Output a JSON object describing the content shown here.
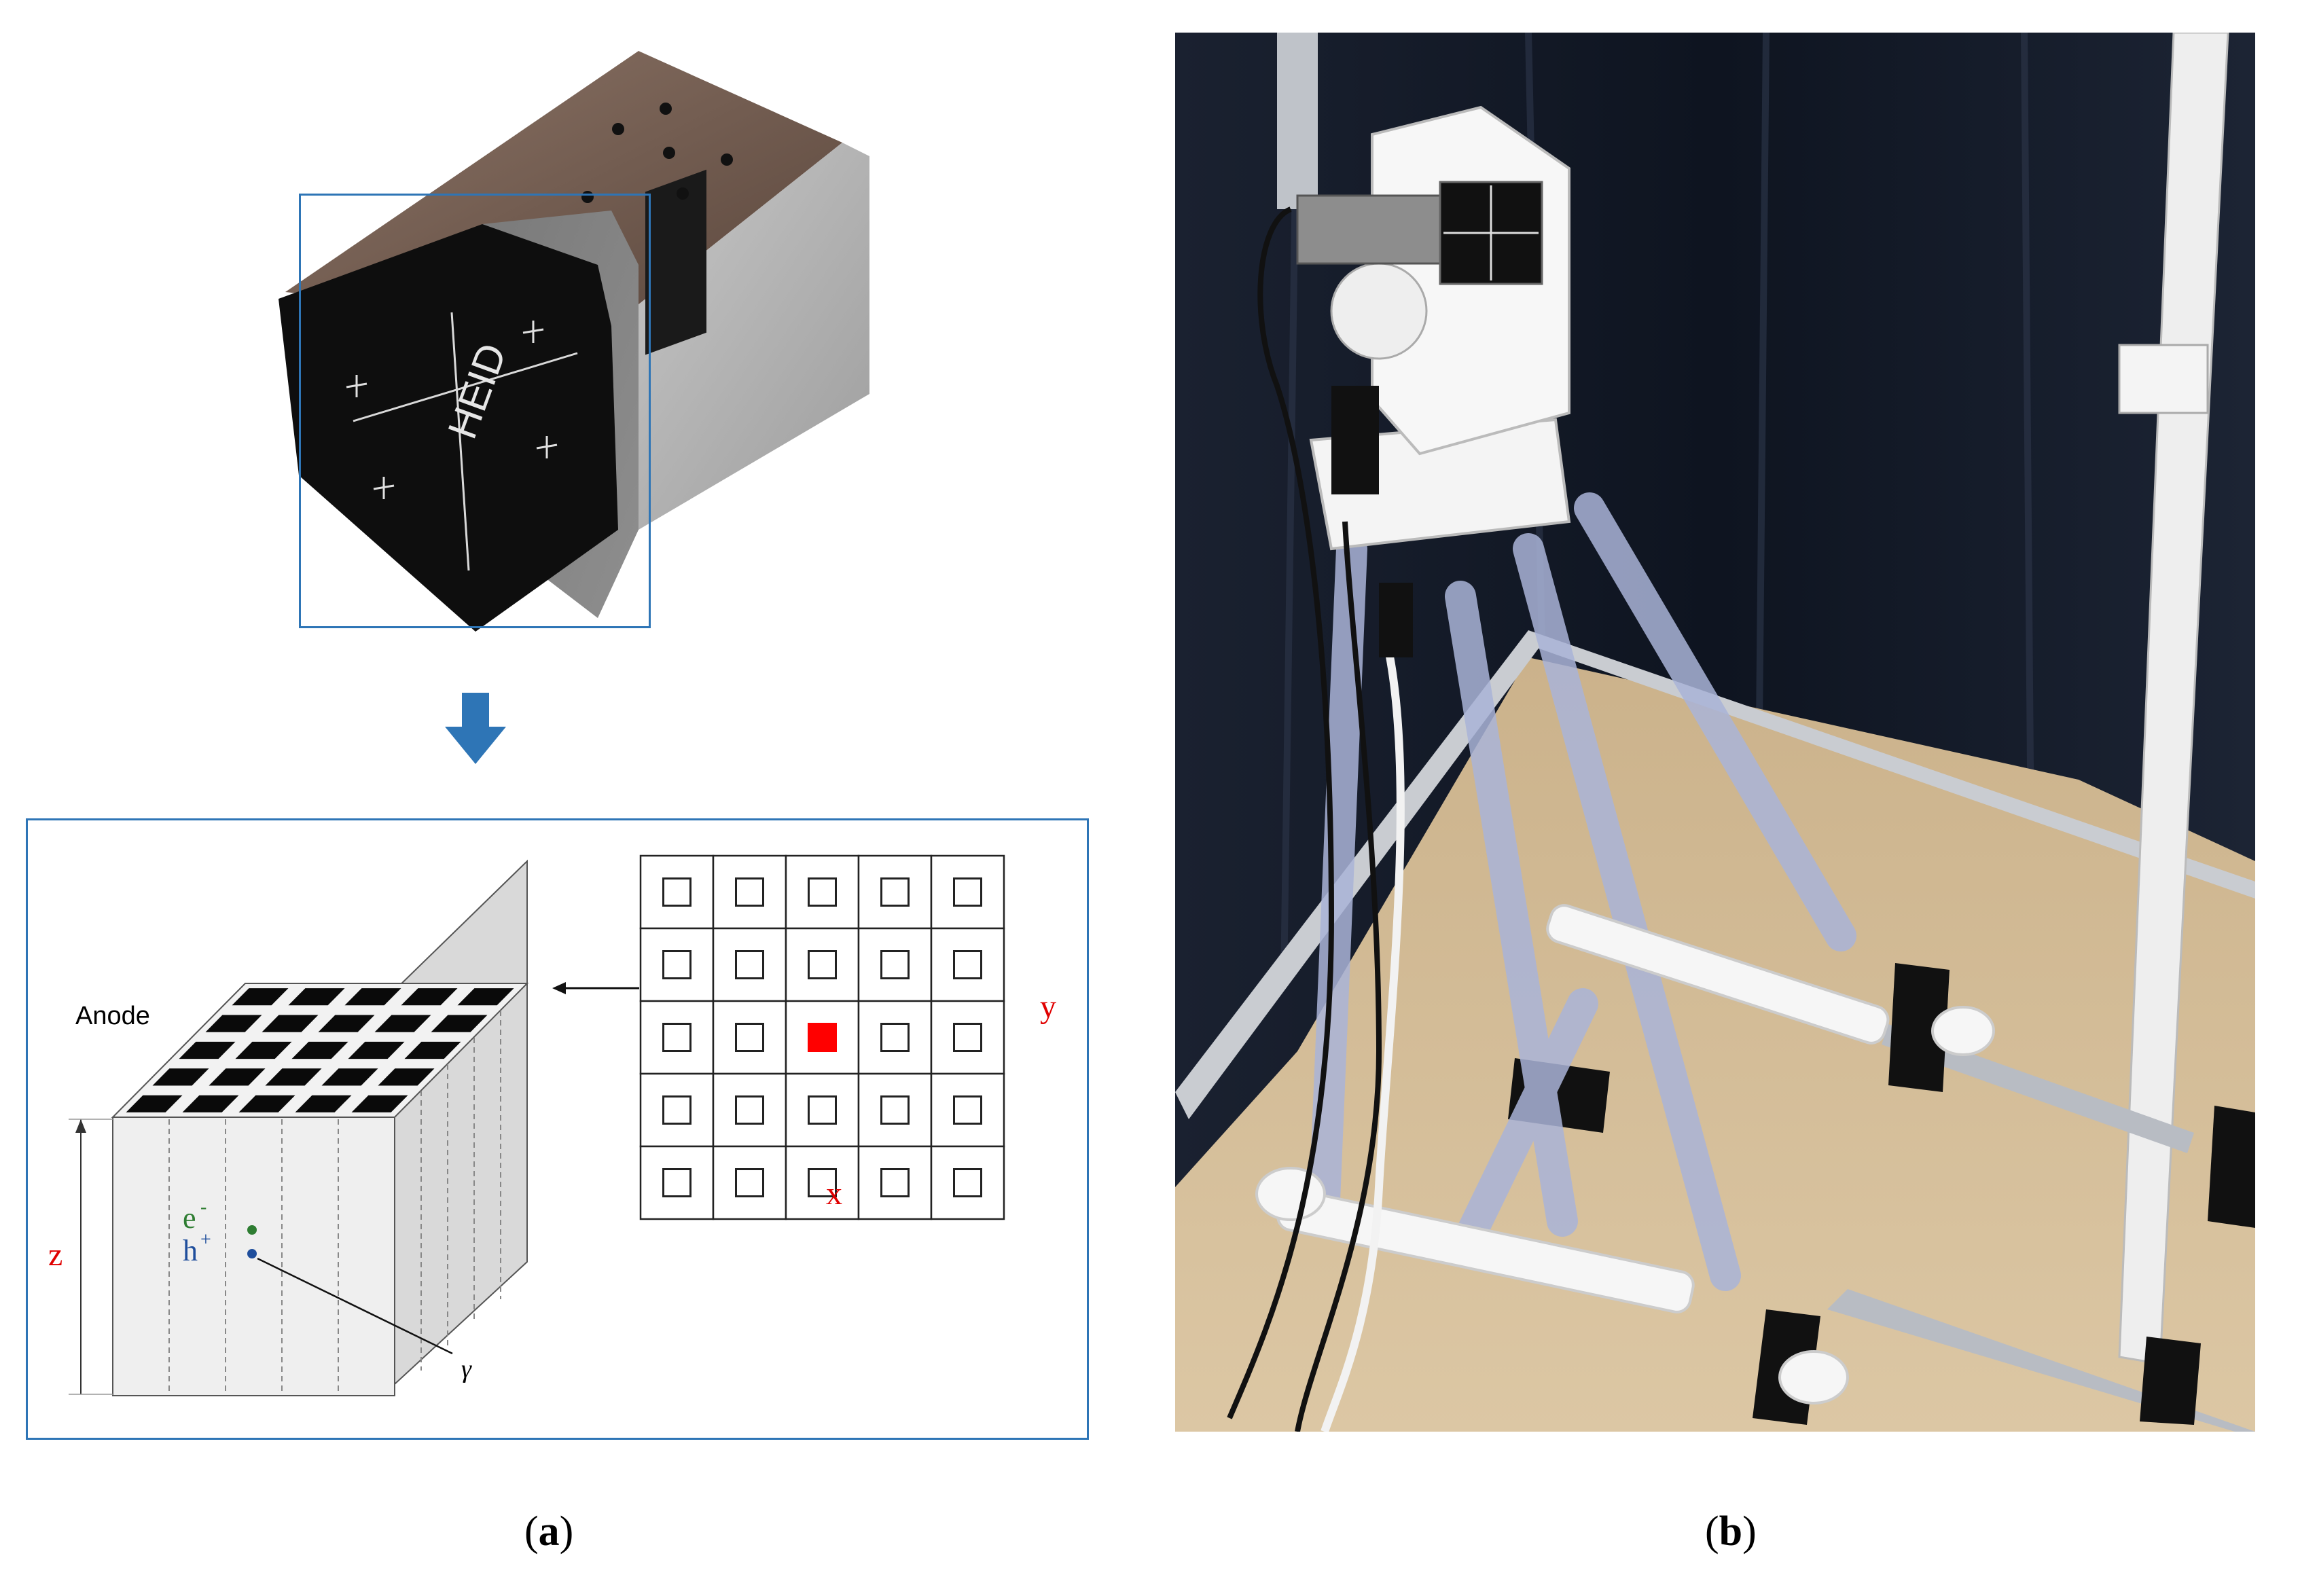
{
  "panel_a": {
    "device_logo_text": "HEID",
    "diagram": {
      "anode_label": "Anode",
      "z_label": "z",
      "x_label": "x",
      "y_label": "y",
      "electron_label": "e",
      "electron_sup": "-",
      "hole_label": "h",
      "hole_sup": "+",
      "gamma_label": "γ",
      "pixel_grid": {
        "rows": 5,
        "cols": 5,
        "highlight_row": 2,
        "highlight_col": 2
      }
    },
    "caption": {
      "open": "(",
      "letter": "a",
      "close": ")"
    }
  },
  "panel_b": {
    "caption": {
      "open": "(",
      "letter": "b",
      "close": ")"
    }
  },
  "colors": {
    "frame_blue": "#2e75b6",
    "arrow_blue": "#2e75b6",
    "axis_red": "#e00000",
    "pixel_red": "#ff0000",
    "electron_green": "#2e7d32",
    "hole_blue": "#1f4e9c"
  }
}
